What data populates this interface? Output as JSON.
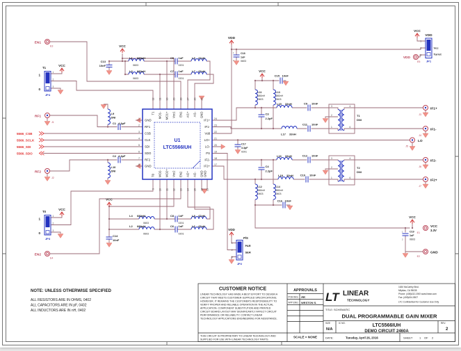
{
  "power": {
    "vcc": "VCC",
    "vdd": "VDD"
  },
  "signals": {
    "csb": "5566_CSB",
    "sclk": "5566_SCLK",
    "sdi": "5566_SDI",
    "sdo": "5566_SDO"
  },
  "note": {
    "title": "NOTE: UNLESS OTHERWISE SPECIFIED",
    "lines": [
      "ALL RESISTORS ARE IN OHMS, 0402",
      "ALL CAPACITORS ARE IN pF, 0402",
      "ALL INDUCTORS ARE IN nH, 0402"
    ]
  },
  "u1": {
    "ref": "U1",
    "part": "LTC5566IUH",
    "left": [
      {
        "n": "1",
        "name": "GND"
      },
      {
        "n": "2",
        "name": "RF1"
      },
      {
        "n": "3",
        "name": "CSB"
      },
      {
        "n": "4",
        "name": "CLK"
      },
      {
        "n": "5",
        "name": "SDI"
      },
      {
        "n": "6",
        "name": "SDO"
      },
      {
        "n": "7",
        "name": "RF2"
      },
      {
        "n": "8",
        "name": "GND"
      }
    ],
    "right": [
      {
        "n": "24",
        "name": "IF1+"
      },
      {
        "n": "23",
        "name": "IF1-"
      },
      {
        "n": "22",
        "name": "Vdd"
      },
      {
        "n": "21",
        "name": "LO+"
      },
      {
        "n": "20",
        "name": "LO-"
      },
      {
        "n": "19",
        "name": "PS"
      },
      {
        "n": "18",
        "name": "IF2-"
      },
      {
        "n": "17",
        "name": "IF2+"
      }
    ],
    "top": [
      {
        "n": "32",
        "name": "T1"
      },
      {
        "n": "31",
        "name": "MO1-"
      },
      {
        "n": "30",
        "name": "MO1+"
      },
      {
        "n": "29",
        "name": "Vcc1"
      },
      {
        "n": "28",
        "name": "EN1"
      },
      {
        "n": "27",
        "name": "AI1+"
      },
      {
        "n": "26",
        "name": "AI1-"
      },
      {
        "n": "25",
        "name": "GND"
      }
    ],
    "bottom": [
      {
        "n": "9",
        "name": "T0"
      },
      {
        "n": "10",
        "name": "MO2-"
      },
      {
        "n": "11",
        "name": "MO2+"
      },
      {
        "n": "12",
        "name": "Vcc2"
      },
      {
        "n": "13",
        "name": "EN2"
      },
      {
        "n": "14",
        "name": "AI2+"
      },
      {
        "n": "15",
        "name": "AI2-"
      },
      {
        "n": "16",
        "name": "GND"
      }
    ],
    "pad": {
      "n": "33",
      "name": "GND"
    }
  },
  "connectors": {
    "e3": {
      "label": "EN1",
      "ref": "E3"
    },
    "j1": {
      "label": "RF1",
      "ref": "J1"
    },
    "j2": {
      "label": "RF2",
      "ref": "J2"
    },
    "e4": {
      "label": "EN2",
      "ref": "E4"
    },
    "j3": {
      "label": "IF1+",
      "ref": "J3"
    },
    "j4": {
      "label": "IF1-",
      "ref": "J4"
    },
    "j5": {
      "label": "LO",
      "ref": "J5"
    },
    "j6": {
      "label": "IF2-",
      "ref": "J6"
    },
    "j7": {
      "label": "IF2+",
      "ref": "J7"
    },
    "e5": {
      "label": "VDD",
      "ref": "E5"
    },
    "e1": {
      "label": "VCC",
      "sub": "3.3V",
      "ref": "E1"
    },
    "e2": {
      "label": "GND",
      "ref": "E2"
    }
  },
  "jumpers": {
    "jp4": {
      "title": "T1",
      "ref": "JP4",
      "p1": "1",
      "p2": "2",
      "p3": "3",
      "on": "1",
      "off": "0"
    },
    "jp3": {
      "title": "T0",
      "ref": "JP3",
      "p1": "1",
      "p2": "2",
      "p3": "3",
      "on": "1",
      "off": "0"
    },
    "jp1": {
      "title": "VDD",
      "ref": "JP1",
      "p1": "1",
      "p2": "2",
      "p3": "3",
      "r1": "Vcc",
      "r2": "Turret"
    },
    "jp2": {
      "title": "P/S",
      "ref": "JP2",
      "p1": "1",
      "p2": "2",
      "p3": "3",
      "r1": "PAR",
      "r2": "SER"
    }
  },
  "components": {
    "c1": {
      "ref": "C1",
      "val": "4.3pF"
    },
    "c2": {
      "ref": "C2",
      "val": "4.3pF"
    },
    "c3": {
      "ref": "C3",
      "val": "2.2pF"
    },
    "c4": {
      "ref": "C4",
      "val": "2.2pF"
    },
    "c5": {
      "ref": "C5",
      "val": "1nF",
      "pkg": "0201"
    },
    "c6": {
      "ref": "C6",
      "val": "1nF",
      "pkg": "0201"
    },
    "c7": {
      "ref": "C7",
      "val": "1nF",
      "pkg": "0201"
    },
    "c8": {
      "ref": "C8",
      "val": "1nF",
      "pkg": "0201"
    },
    "c9": {
      "ref": "C9",
      "val": "10nF"
    },
    "c10": {
      "ref": "C10",
      "val": "10nF"
    },
    "c11": {
      "ref": "C11",
      "val": "10nF"
    },
    "c12": {
      "ref": "C12",
      "val": "10nF"
    },
    "c13": {
      "ref": "C13",
      "val": "10nF"
    },
    "c14": {
      "ref": "C14",
      "val": "10nF"
    },
    "c15": {
      "ref": "C15",
      "val": "10nF"
    },
    "c16": {
      "ref": "C16",
      "val": "10nF"
    },
    "c17": {
      "ref": "C17",
      "val": "3.3pF",
      "pkg": "0201"
    },
    "c18": {
      "ref": "C18",
      "val": "1uF",
      "pkg": "0603",
      "p1": "1",
      "p2": "2"
    },
    "c19": {
      "ref": "C19",
      "val": "1uF",
      "pkg": "0603",
      "p1": "1",
      "p2": "2"
    },
    "l1": {
      "ref": "L1",
      "val": "680nH",
      "pkg": "0603"
    },
    "l2": {
      "ref": "L2",
      "val": "680nH",
      "pkg": "0603"
    },
    "l3": {
      "ref": "L3",
      "val": "680nH",
      "pkg": "0603"
    },
    "l4": {
      "ref": "L4",
      "val": "680nH",
      "pkg": "0603"
    },
    "l5": {
      "ref": "L5",
      "val": "47nH"
    },
    "l6": {
      "ref": "L6",
      "val": "47nH"
    },
    "l7": {
      "ref": "L7",
      "val": "47nH"
    },
    "l8": {
      "ref": "L8",
      "val": "47nH"
    },
    "l9": {
      "ref": "L9",
      "val": "DNI"
    },
    "l10": {
      "ref": "L10",
      "val": "DNI"
    },
    "l11": {
      "ref": "L11",
      "val": "680nH",
      "pkg": "0603"
    },
    "l12": {
      "ref": "L12",
      "val": "680nH",
      "pkg": "0603"
    },
    "l13": {
      "ref": "L13",
      "val": "680nH",
      "pkg": "0603"
    },
    "l14": {
      "ref": "L14",
      "val": "680nH",
      "pkg": "0603"
    },
    "l15": {
      "ref": "L15",
      "val": "33nH"
    },
    "l16": {
      "ref": "L16",
      "val": "33nH"
    },
    "l17": {
      "ref": "L17",
      "val": "33nH"
    },
    "l18": {
      "ref": "L18",
      "val": "33nH"
    },
    "t1": {
      "ref": "T1",
      "val": "DNI",
      "pa": "3",
      "pb": "4",
      "pc": "2",
      "pd": "1",
      "pe": "6"
    },
    "t2": {
      "ref": "T2",
      "val": "DNI",
      "pa": "3",
      "pb": "4",
      "pc": "2",
      "pd": "1",
      "pe": "6"
    }
  },
  "title_block": {
    "customer_notice_title": "CUSTOMER NOTICE",
    "customer_notice_lines": [
      "LINEAR TECHNOLOGY HAS MADE A BEST EFFORT TO DESIGN A",
      "CIRCUIT THAT MEETS CUSTOMER-SUPPLIED SPECIFICATIONS;",
      "HOWEVER, IT REMAINS THE CUSTOMER'S RESPONSIBILITY TO",
      "VERIFY PROPER AND RELIABLE OPERATION IN THE ACTUAL",
      "APPLICATION. COMPONENT SUBSTITUTION AND PRINTED",
      "CIRCUIT BOARD LAYOUT MAY SIGNIFICANTLY AFFECT CIRCUIT",
      "PERFORMANCE OR RELIABILITY. CONTACT LINEAR",
      "TECHNOLOGY APPLICATIONS ENGINEERING FOR ASSISTANCE."
    ],
    "proprietary_lines": [
      "THIS CIRCUIT IS PROPRIETARY TO LINEAR TECHNOLOGY AND",
      "SUPPLIED FOR USE WITH LINEAR TECHNOLOGY PARTS."
    ],
    "approvals_title": "APPROVALS",
    "pcb_des_label": "PCB DES.",
    "pcb_des": "AK",
    "app_eng_label": "APP ENG.",
    "app_eng": "WESTON S.",
    "scale": "SCALE = NONE",
    "logo_lt": "LT",
    "company_line1": "LINEAR",
    "company_line2": "TECHNOLOGY",
    "address": [
      "1630 McCarthy Blvd.",
      "Milpitas, CA 95035",
      "Phone: (408)432-1900  www.linear.com",
      "Fax: (408)434-0507",
      "LTC Confidential-For Customer Use Only"
    ],
    "title_label": "TITLE:",
    "title_word": "SCHEMATIC",
    "title": "DUAL PROGRAMMABLE GAIN MIXER",
    "size_label": "SIZE",
    "size": "N/A",
    "ic_label": "IC NO.",
    "ic1": "LTC5566IUH",
    "ic2": "DEMO CIRCUIT 2460A",
    "rev_label": "REV.",
    "rev": "2",
    "date_label": "DATE:",
    "date": "Tuesday, April 26, 2016",
    "sheet_label": "SHEET",
    "sheet_no": "1",
    "of_label": "OF",
    "sheet_total": "2"
  }
}
